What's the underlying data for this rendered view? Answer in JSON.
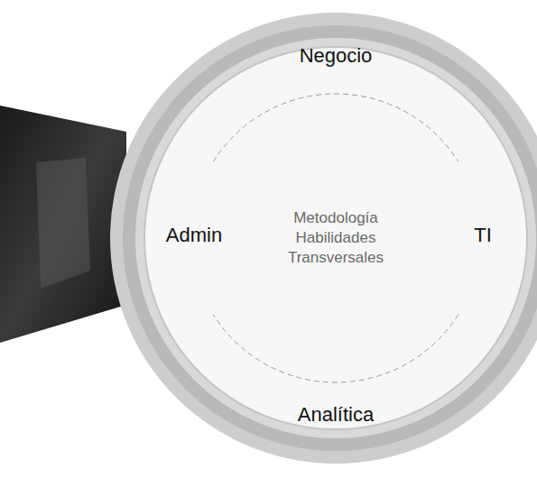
{
  "diagram": {
    "nodes": [
      {
        "text": [
          "Negocio",
          "Admin",
          "TI",
          "Analítica"
        ]
      },
      {
        "text": [
          "Metodología Habilidades Transversales"
        ],
        "in": 0
      }
    ]
  }
}
